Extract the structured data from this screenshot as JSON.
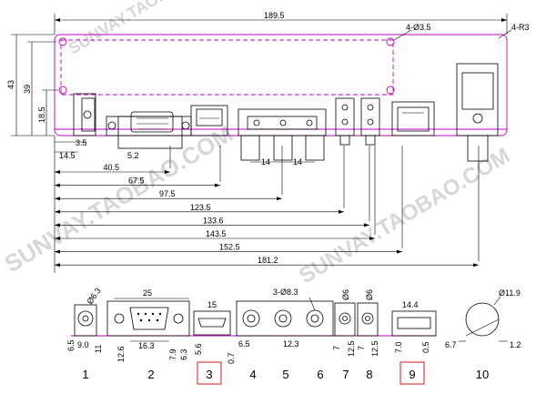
{
  "overall_width": "189.5",
  "top_callouts": {
    "holes": "4-Ø3.5",
    "radius": "4-R3"
  },
  "height_dims": {
    "h43": "43",
    "h39": "39",
    "h18_5": "18.5"
  },
  "small_dims": {
    "d3_5": "3.5",
    "d14_5": "14.5",
    "d5_2": "5.2"
  },
  "pitch_a": "14",
  "pitch_b": "14",
  "horizontal_dims": [
    "40.5",
    "67.5",
    "97.5",
    "123.5",
    "133.6",
    "143.5",
    "152.5",
    "181.2"
  ],
  "watermarks": {
    "w1": "SUNVAY.TAOBAO.COM",
    "w2": "SUNVAY.TAOBAO.COM",
    "w3": "SUNVAY.TAOBAO.COM"
  },
  "bottom_dims": {
    "c1_dia": "Ø6.3",
    "c1_w": "9.0",
    "c1_h": "6.5",
    "c1_off": "11",
    "c2_top": "25",
    "c2_w": "16.3",
    "c2_l": "12.6",
    "c2_r1": "7.9",
    "c2_r2": "6.3",
    "c3_w": "15",
    "c3_h": "5.6",
    "c3_off": "0.7",
    "c4_off": "6.5",
    "c5_callout": "3-Ø8.3",
    "c5_w": "12.3",
    "c7_dia": "Ø6",
    "c7_h1": "12.5",
    "c7_h2": "7",
    "c8_dia": "Ø6",
    "c8_h": "12.5",
    "c8_off": "7",
    "c9_w": "14.4",
    "c9_h": "7.0",
    "c9_off": "0.5",
    "c10_dia": "Ø11.9",
    "c10_l": "6.7",
    "c10_r": "1.2"
  },
  "connector_numbers": [
    "1",
    "2",
    "3",
    "4",
    "5",
    "6",
    "7",
    "8",
    "9",
    "10"
  ],
  "highlighted": [
    "3",
    "9"
  ]
}
